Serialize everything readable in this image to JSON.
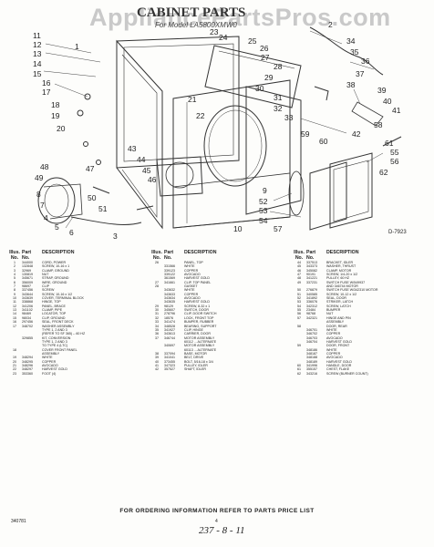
{
  "watermark": "AppliancePartsPros.com",
  "title": "CABINET PARTS",
  "subtitle": "For Model LA5800XMW0",
  "col_headers": {
    "ill": "Illus.\nNo.",
    "part": "Part\nNo.",
    "desc": "DESCRIPTION"
  },
  "callouts": [
    {
      "t": "11"
    },
    {
      "t": "12"
    },
    {
      "t": "13"
    },
    {
      "t": "14"
    },
    {
      "t": "15"
    },
    {
      "t": "16"
    },
    {
      "t": "17"
    },
    {
      "t": "18"
    },
    {
      "t": "19"
    },
    {
      "t": "20"
    },
    {
      "t": "21"
    },
    {
      "t": "22"
    },
    {
      "t": "23"
    },
    {
      "t": "24"
    },
    {
      "t": "25"
    },
    {
      "t": "26"
    },
    {
      "t": "27"
    },
    {
      "t": "28"
    },
    {
      "t": "29"
    },
    {
      "t": "30"
    },
    {
      "t": "31"
    },
    {
      "t": "32"
    },
    {
      "t": "33"
    },
    {
      "t": "34"
    },
    {
      "t": "35"
    },
    {
      "t": "36"
    },
    {
      "t": "37"
    },
    {
      "t": "38"
    },
    {
      "t": "39"
    },
    {
      "t": "40"
    },
    {
      "t": "41"
    },
    {
      "t": "42"
    },
    {
      "t": "43"
    },
    {
      "t": "44"
    },
    {
      "t": "45"
    },
    {
      "t": "46"
    },
    {
      "t": "47"
    },
    {
      "t": "48"
    },
    {
      "t": "49"
    },
    {
      "t": "50"
    },
    {
      "t": "51"
    },
    {
      "t": "52"
    },
    {
      "t": "53"
    },
    {
      "t": "54"
    },
    {
      "t": "55"
    },
    {
      "t": "56"
    },
    {
      "t": "57"
    },
    {
      "t": "58"
    },
    {
      "t": "59"
    },
    {
      "t": "60"
    },
    {
      "t": "61"
    },
    {
      "t": "62"
    },
    {
      "t": "1"
    },
    {
      "t": "2"
    },
    {
      "t": "3"
    },
    {
      "t": "4"
    },
    {
      "t": "5"
    },
    {
      "t": "6"
    },
    {
      "t": "7"
    },
    {
      "t": "8"
    },
    {
      "t": "9"
    },
    {
      "t": "10"
    },
    {
      "t": "D-7923"
    }
  ],
  "parts_columns": [
    [
      [
        "1",
        "344000",
        "CORD, POWER"
      ],
      [
        "2",
        "132848",
        "SCREW, 10-16 x 1"
      ],
      [
        "3",
        "32969",
        "CLAMP, GROUND"
      ],
      [
        "4",
        "130819",
        "NUT"
      ],
      [
        "5",
        "345671",
        "STRAP, GROUND"
      ],
      [
        "6",
        "356009",
        "WIRE, GROUND"
      ],
      [
        "7",
        "98697",
        "CLIP"
      ],
      [
        "8",
        "337456",
        "SCREW"
      ],
      [
        "9",
        "343644",
        "SCREW, 10-16 x 1/2"
      ],
      [
        "10",
        "343639",
        "COVER, TERMINAL BLOCK"
      ],
      [
        "11",
        "338868",
        "HINGE, TOP"
      ],
      [
        "12",
        "341206",
        "PANEL, BRACE"
      ],
      [
        "13",
        "341102",
        "CLAMP, PIPE"
      ],
      [
        "14",
        "98469",
        "LOCATOR, TOP"
      ],
      [
        "15",
        "98034",
        "CLIP, GROUND"
      ],
      [
        "16",
        "297456",
        "SEAL, FRONT DECK"
      ],
      [
        "17",
        "348702",
        "WASHER ASSEMBLY"
      ],
      [
        "",
        "",
        "TYPE 1, 2 AND 3"
      ],
      [
        "",
        "",
        "(REFER TO SF 365) -- 60 HZ"
      ],
      [
        "",
        "329855",
        "KIT, CONVERSION"
      ],
      [
        "",
        "",
        "TYPE 1, 2 AND 3"
      ],
      [
        "",
        "",
        "TO TYPE 4 (LTC)"
      ],
      [
        "18",
        "",
        "COVER FRONT PANEL"
      ],
      [
        "",
        "",
        "ASSEMBLY"
      ],
      [
        "19",
        "348294",
        "WHITE"
      ],
      [
        "20",
        "348295",
        "COPPER"
      ],
      [
        "21",
        "348296",
        "AVOCADO"
      ],
      [
        "22",
        "348297",
        "HARVEST GOLD"
      ],
      [
        "23",
        "353360",
        "FOOT (4)"
      ]
    ],
    [
      [
        "26",
        "",
        "PANEL, TOP"
      ],
      [
        "",
        "331566",
        "WHITE"
      ],
      [
        "",
        "339123",
        "COPPER"
      ],
      [
        "",
        "339122",
        "AVOCADO"
      ],
      [
        "",
        "361569",
        "HARVEST GOLD"
      ],
      [
        "27",
        "341661",
        "CLIP, TOP PANEL"
      ],
      [
        "28",
        "",
        "GASKET"
      ],
      [
        "",
        "343632",
        "WHITE"
      ],
      [
        "",
        "343633",
        "COPPER"
      ],
      [
        "",
        "343634",
        "AVOCADO"
      ],
      [
        "",
        "343635",
        "HARVEST GOLD"
      ],
      [
        "29",
        "98129",
        "SCREW, 8-32 x 1"
      ],
      [
        "30",
        "345607",
        "SWITCH, DOOR"
      ],
      [
        "31",
        "278796",
        "CLIP, DOOR SWITCH"
      ],
      [
        "32",
        "18576",
        "LOCK, FRONT TOP"
      ],
      [
        "33",
        "341474",
        "BUMPER, RUBBER"
      ],
      [
        "34",
        "348528",
        "BEARING, SUPPORT"
      ],
      [
        "35",
        "341927",
        "CLIP, HINGE"
      ],
      [
        "36",
        "343613",
        "CARRIER, DOOR"
      ],
      [
        "37",
        "346744",
        "MOTOR ASSEMBLY"
      ],
      [
        "",
        "",
        "60112 ... ALTERNATE"
      ],
      [
        "",
        "340697",
        "MOTOR ASSEMBLY"
      ],
      [
        "",
        "",
        "60113 ... ALTERNATE"
      ],
      [
        "38",
        "337094",
        "BASE, MOTOR"
      ],
      [
        "39",
        "341041",
        "BELT, DRIVE"
      ],
      [
        "40",
        "373455",
        "BOLT, 5/16-18 x 3/4"
      ],
      [
        "41",
        "347323",
        "PULLEY, IDLER"
      ],
      [
        "42",
        "357527",
        "SHAFT, IDLER"
      ]
    ],
    [
      [
        "44",
        "337513",
        "BRACKET, IDLER"
      ],
      [
        "45",
        "343373",
        "WASHER, THRUST"
      ],
      [
        "46",
        "345082",
        "CLAMP, MOTOR"
      ],
      [
        "47",
        "90191",
        "SCREW, 1/4-20 x 1/2"
      ],
      [
        "48",
        "341221",
        "PULLEY, 60 HZ"
      ],
      [
        "49",
        "337231",
        "SWITCH FUSE W/549937"
      ],
      [
        "",
        "",
        "AND 346744 MOTOR"
      ],
      [
        "50",
        "276879",
        "SWITCH FUSE W/342310 MOTOR"
      ],
      [
        "51",
        "340585",
        "SCREW, 10-12 x 1/2"
      ],
      [
        "52",
        "341892",
        "SEAL, DOOR"
      ],
      [
        "53",
        "336076",
        "STRIKER, LATCH"
      ],
      [
        "54",
        "342312",
        "SCREW, LATCH"
      ],
      [
        "55",
        "23484",
        "BUMPER"
      ],
      [
        "56",
        "98768",
        "NUT"
      ],
      [
        "57",
        "342321",
        "HINGE AND PIN"
      ],
      [
        "",
        "",
        "ASSEMBLY"
      ],
      [
        "58",
        "",
        "DOOR, REAR"
      ],
      [
        "",
        "346701",
        "WHITE"
      ],
      [
        "",
        "346702",
        "COPPER"
      ],
      [
        "",
        "346703",
        "AVOCADO"
      ],
      [
        "",
        "346704",
        "HARVEST GOLD"
      ],
      [
        "59",
        "",
        "DOOR, FRONT"
      ],
      [
        "",
        "348186",
        "WHITE"
      ],
      [
        "",
        "348187",
        "COPPER"
      ],
      [
        "",
        "348188",
        "AVOCADO"
      ],
      [
        "",
        "348189",
        "HARVEST GOLD"
      ],
      [
        "60",
        "341996",
        "HANDLE, DOOR"
      ],
      [
        "61",
        "355157",
        "CHEST, FLAKE"
      ],
      [
        "62",
        "343216",
        "SCREW (BURNER COUNT)"
      ]
    ]
  ],
  "footer": "FOR ORDERING INFORMATION REFER TO PARTS PRICE LIST",
  "doc_number": "340781",
  "page_number": "4",
  "handwritten": "237 - 8 - 11"
}
